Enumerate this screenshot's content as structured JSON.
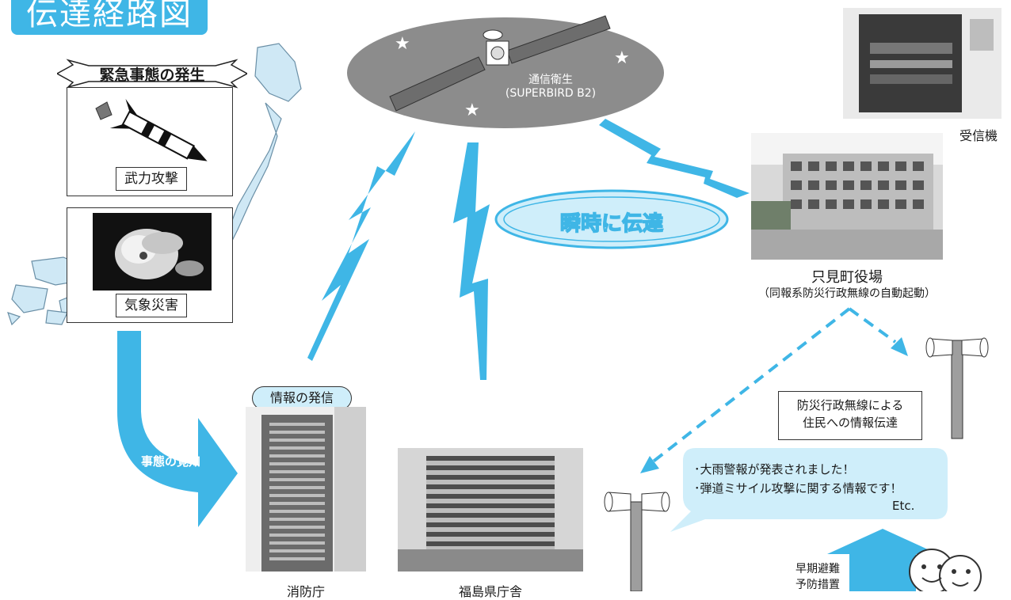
{
  "title": "伝達経路図",
  "emergency_banner": "緊急事態の発生",
  "events": [
    {
      "label": "武力攻撃",
      "icon": "missile-icon"
    },
    {
      "label": "気象災害",
      "icon": "typhoon-icon"
    }
  ],
  "arrow_label": "事態の覚知",
  "satellite": {
    "name": "通信衛生",
    "model": "(SUPERBIRD B2)"
  },
  "instant_label": "瞬時に伝達",
  "receiver_label": "受信機",
  "town_hall": {
    "name": "只見町役場",
    "note": "（同報系防災行政無線の自動起動）"
  },
  "fire_agency": {
    "send_label": "情報の発信",
    "name": "消防庁"
  },
  "prefecture": {
    "name": "福島県庁舎"
  },
  "radio_box": {
    "line1": "防災行政無線による",
    "line2": "住民への情報伝達"
  },
  "bubble": {
    "line1": "･大雨警報が発表されました！",
    "line2": "･弾道ミサイル攻撃に関する情報です！",
    "etc": "Etc."
  },
  "actions": {
    "line1": "早期避難",
    "line2": "予防措置"
  },
  "colors": {
    "accent": "#3fb6e6",
    "satellite_oval": "#8c8c8c",
    "map": "#cfe8f5",
    "bubble": "#cfeefa"
  }
}
